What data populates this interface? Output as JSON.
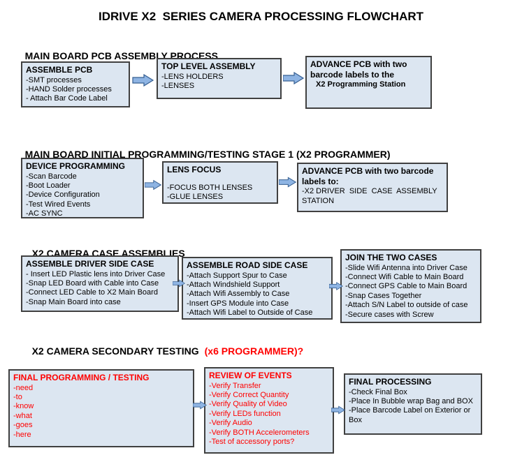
{
  "title": "IDRIVE X2  SERIES CAMERA PROCESSING FLOWCHART",
  "colors": {
    "box_fill": "#dce6f1",
    "box_border": "#404040",
    "red_text": "#ff0000",
    "arrow_fill": "#8eb4e3",
    "arrow_stroke": "#365f91"
  },
  "sections": [
    {
      "heading": "MAIN BOARD PCB ASSEMBLY PROCESS",
      "heading_suffix": "",
      "boxes": [
        {
          "title": "ASSEMBLE PCB",
          "items": [
            "-SMT processes",
            "-HAND Solder processes",
            "- Attach Bar Code Label"
          ]
        },
        {
          "title": "TOP LEVEL ASSEMBLY",
          "items": [
            "-LENS HOLDERS",
            "-LENSES"
          ]
        },
        {
          "title": "ADVANCE PCB with two barcode labels to the",
          "items": [
            "X2 Programming Station"
          ]
        }
      ]
    },
    {
      "heading": "MAIN BOARD INITIAL PROGRAMMING/TESTING STAGE 1 (X2 PROGRAMMER)",
      "heading_suffix": "",
      "boxes": [
        {
          "title": "DEVICE PROGRAMMING",
          "items": [
            "-Scan Barcode",
            "-Boot Loader",
            "-Device Configuration",
            "-Test Wired Events",
            "-AC SYNC"
          ]
        },
        {
          "title": "LENS FOCUS",
          "items": [
            "-FOCUS BOTH LENSES",
            "-GLUE LENSES"
          ]
        },
        {
          "title": "ADVANCE PCB with two barcode labels to:",
          "items": [
            "-X2 DRIVER  SIDE  CASE  ASSEMBLY STATION"
          ]
        }
      ]
    },
    {
      "heading": "X2 CAMERA CASE ASSEMBLIES",
      "heading_suffix": "",
      "boxes": [
        {
          "title": "ASSEMBLE DRIVER SIDE CASE",
          "items": [
            "- Insert LED Plastic lens into Driver Case",
            "-Snap LED Board with Cable into Case",
            "-Connect LED Cable to X2 Main Board",
            "-Snap Main Board into case"
          ]
        },
        {
          "title": "ASSEMBLE ROAD SIDE CASE",
          "items": [
            "-Attach Support Spur to Case",
            "-Attach Windshield Support",
            "-Attach Wifi Assembly to Case",
            "-Insert GPS Module into Case",
            "-Attach Wifi Label to Outside of Case"
          ]
        },
        {
          "title": "JOIN THE TWO CASES",
          "items": [
            "-Slide Wifi Antenna into Driver Case",
            "-Connect Wifi Cable to Main Board",
            "-Connect GPS Cable to Main Board",
            "-Snap Cases Together",
            "-Attach S/N Label to outside of case",
            "-Secure cases with Screw"
          ]
        }
      ]
    },
    {
      "heading": "X2 CAMERA SECONDARY TESTING",
      "heading_suffix": "(x6 PROGRAMMER)?",
      "boxes": [
        {
          "title": "FINAL PROGRAMMING / TESTING",
          "items": [
            "-need",
            "-to",
            "-know",
            "-what",
            "-goes",
            "-here"
          ]
        },
        {
          "title": "REVIEW OF EVENTS",
          "items": [
            "-Verify Transfer",
            "-Verify Correct Quantity",
            "-Verify Quality of Video",
            "-Verify LEDs function",
            "-Verify Audio",
            "-Verify BOTH Accelerometers",
            "-Test of accessory ports?"
          ]
        },
        {
          "title": "FINAL PROCESSING",
          "items": [
            "-Check Final Box",
            "-Place In Bubble wrap Bag and BOX",
            "-Place Barcode Label on Exterior or Box"
          ]
        }
      ]
    }
  ]
}
